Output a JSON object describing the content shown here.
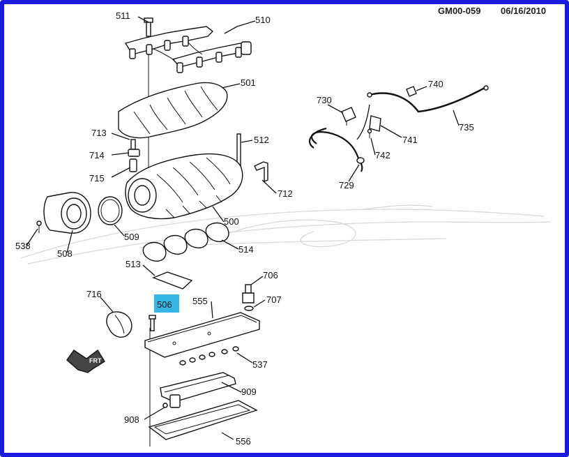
{
  "header": {
    "code": "GM00-059",
    "date": "06/16/2010"
  },
  "colors": {
    "frame": "#1a1ae0",
    "highlight": "#35b8e8"
  },
  "direction_arrow": {
    "text": "FRT"
  },
  "callouts": [
    {
      "id": "511",
      "label": "511"
    },
    {
      "id": "510",
      "label": "510"
    },
    {
      "id": "501",
      "label": "501"
    },
    {
      "id": "713",
      "label": "713"
    },
    {
      "id": "714",
      "label": "714"
    },
    {
      "id": "715",
      "label": "715"
    },
    {
      "id": "512",
      "label": "512"
    },
    {
      "id": "712",
      "label": "712"
    },
    {
      "id": "500",
      "label": "500"
    },
    {
      "id": "509",
      "label": "509"
    },
    {
      "id": "538",
      "label": "538"
    },
    {
      "id": "508",
      "label": "508"
    },
    {
      "id": "514",
      "label": "514"
    },
    {
      "id": "513",
      "label": "513"
    },
    {
      "id": "506",
      "label": "506",
      "highlighted": true
    },
    {
      "id": "716",
      "label": "716"
    },
    {
      "id": "555",
      "label": "555"
    },
    {
      "id": "706",
      "label": "706"
    },
    {
      "id": "707",
      "label": "707"
    },
    {
      "id": "537",
      "label": "537"
    },
    {
      "id": "909",
      "label": "909"
    },
    {
      "id": "908",
      "label": "908"
    },
    {
      "id": "556",
      "label": "556"
    },
    {
      "id": "730",
      "label": "730"
    },
    {
      "id": "740",
      "label": "740"
    },
    {
      "id": "735",
      "label": "735"
    },
    {
      "id": "741",
      "label": "741"
    },
    {
      "id": "742",
      "label": "742"
    },
    {
      "id": "729",
      "label": "729"
    }
  ]
}
